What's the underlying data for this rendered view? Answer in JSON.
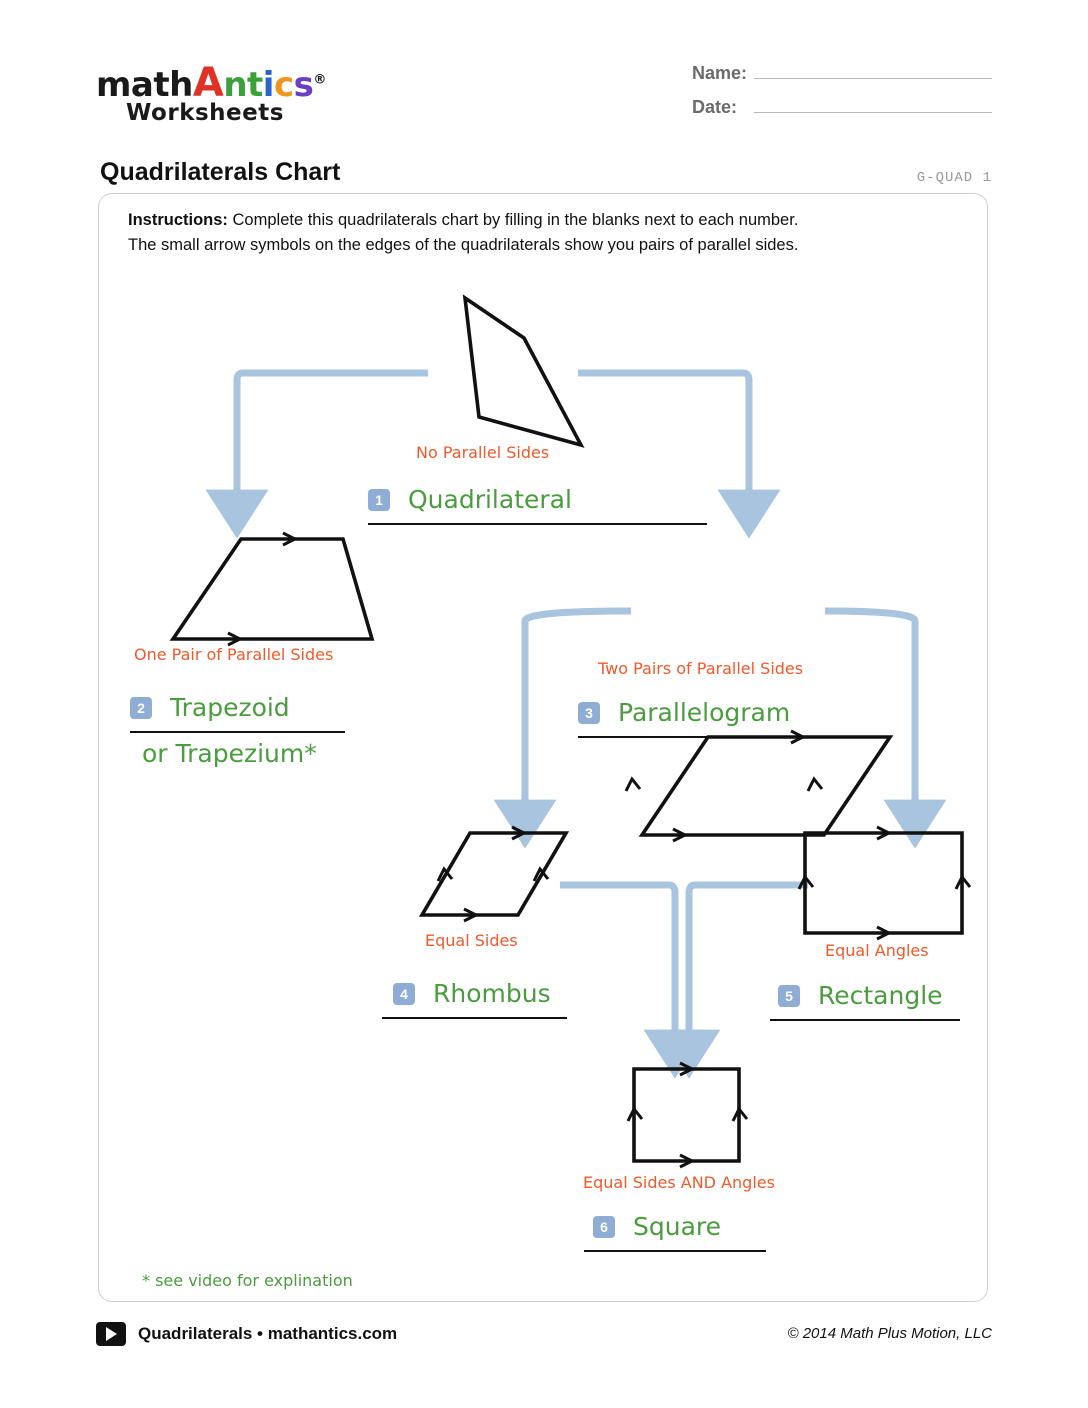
{
  "brand": {
    "word_math": "math",
    "antics_letters": [
      "A",
      "n",
      "t",
      "i",
      "c",
      "s"
    ],
    "registered": "®",
    "worksheets": "Worksheets"
  },
  "header": {
    "name_label": "Name:",
    "date_label": "Date:",
    "title": "Quadrilaterals Chart",
    "code": "G-QUAD  1"
  },
  "instructions": {
    "lead": "Instructions:",
    "line1": "Complete this quadrilaterals chart by filling in the blanks next to each number.",
    "line2": "The small arrow symbols  on the edges of the quadrilaterals show you pairs of parallel sides."
  },
  "chart_data": {
    "type": "diagram",
    "title": "Quadrilaterals Chart",
    "nodes": [
      {
        "id": 1,
        "number": "1",
        "answer": "Quadrilateral",
        "caption": "No Parallel Sides",
        "shape": "irregular-quadrilateral",
        "parallel_pairs": 0
      },
      {
        "id": 2,
        "number": "2",
        "answer": "Trapezoid",
        "caption": "One Pair of Parallel Sides",
        "shape": "trapezoid",
        "parallel_pairs": 1,
        "alt": "or Trapezium*"
      },
      {
        "id": 3,
        "number": "3",
        "answer": "Parallelogram",
        "caption": "Two Pairs of Parallel Sides",
        "shape": "parallelogram",
        "parallel_pairs": 2
      },
      {
        "id": 4,
        "number": "4",
        "answer": "Rhombus",
        "caption": "Equal Sides",
        "shape": "rhombus",
        "parallel_pairs": 2
      },
      {
        "id": 5,
        "number": "5",
        "answer": "Rectangle",
        "caption": "Equal Angles",
        "shape": "rectangle",
        "parallel_pairs": 2
      },
      {
        "id": 6,
        "number": "6",
        "answer": "Square",
        "caption": "Equal Sides AND Angles",
        "shape": "square",
        "parallel_pairs": 2
      }
    ],
    "edges": [
      {
        "from": 1,
        "to": 2
      },
      {
        "from": 1,
        "to": 3
      },
      {
        "from": 3,
        "to": 4
      },
      {
        "from": 3,
        "to": 5
      },
      {
        "from": 4,
        "to": 6
      },
      {
        "from": 5,
        "to": 6
      }
    ],
    "connector_color": "#a8c4de",
    "caption_color": "#ef5a2b",
    "answer_color": "#4a9c3f",
    "badge_color": "#8fadd4"
  },
  "footnote": "* see video for explination",
  "footer": {
    "left": "Quadrilaterals • mathantics.com",
    "right": "© 2014 Math Plus Motion, LLC"
  }
}
